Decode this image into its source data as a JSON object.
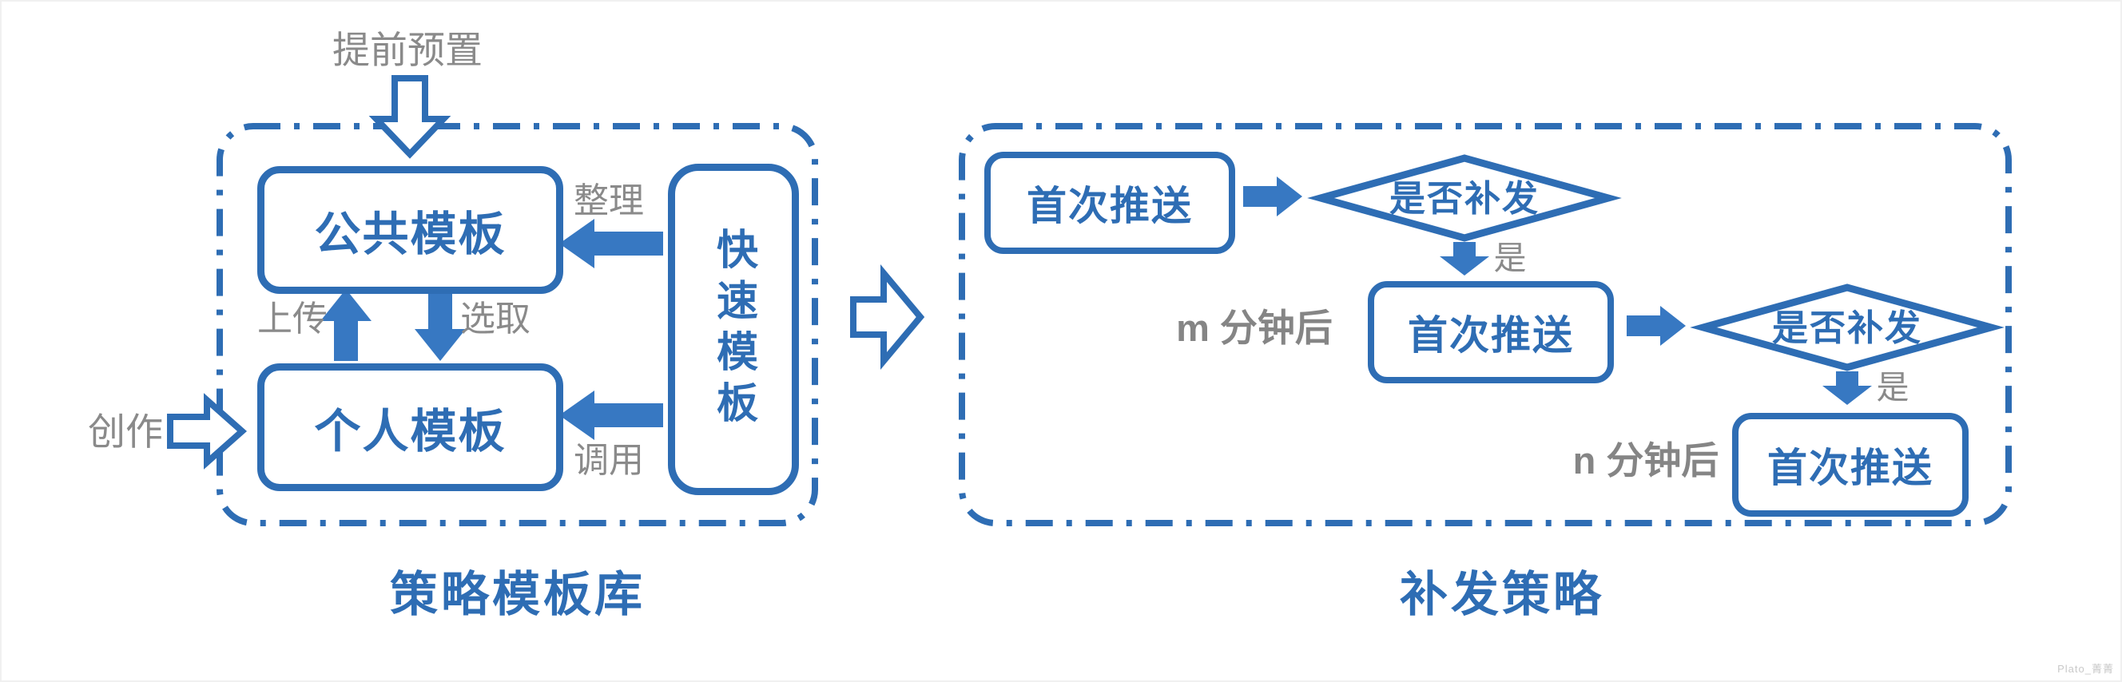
{
  "colors": {
    "primary_blue": "#2E6DB4",
    "arrow_blue": "#3778C2",
    "label_gray": "#8A8A8A",
    "watermark_gray": "#C9C9C9",
    "background": "#FFFFFF"
  },
  "left_panel": {
    "title": "策略模板库",
    "preset_label": "提前预置",
    "create_label": "创作",
    "public_template": "公共模板",
    "personal_template": "个人模板",
    "quick_template": "快速模板",
    "organize_label": "整理",
    "upload_label": "上传",
    "pick_label": "选取",
    "invoke_label": "调用"
  },
  "right_panel": {
    "title": "补发策略",
    "first_push": "首次推送",
    "decision": "是否补发",
    "yes_label": "是",
    "delay_m_label": "m 分钟后",
    "delay_n_label": "n 分钟后"
  },
  "watermark": "Plato_菁菁"
}
